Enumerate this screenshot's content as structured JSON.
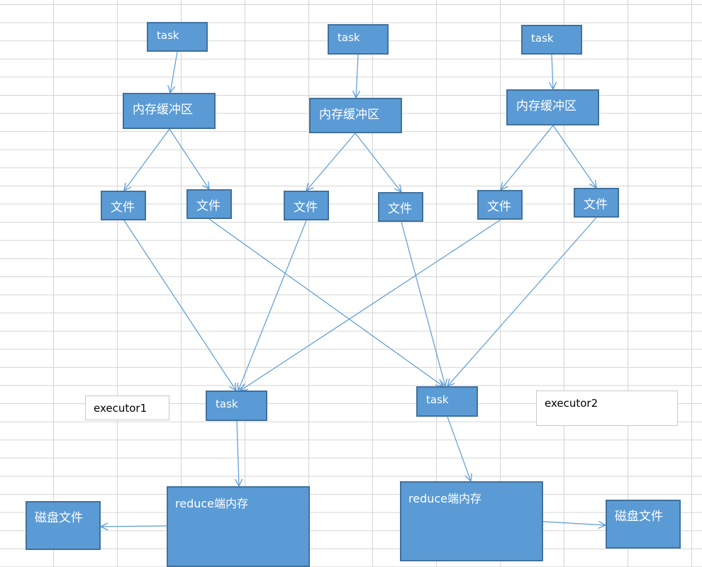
{
  "colors": {
    "box_fill": "#5b9bd5",
    "box_border": "#41719c",
    "arrow": "#5b9bd5",
    "grid": "#d4d4d4"
  },
  "map_tasks": [
    {
      "label": "task"
    },
    {
      "label": "task"
    },
    {
      "label": "task"
    }
  ],
  "buffers": [
    {
      "label": "内存缓冲区"
    },
    {
      "label": "内存缓冲区"
    },
    {
      "label": "内存缓冲区"
    }
  ],
  "files": [
    {
      "label": "文件"
    },
    {
      "label": "文件"
    },
    {
      "label": "文件"
    },
    {
      "label": "文件"
    },
    {
      "label": "文件"
    },
    {
      "label": "文件"
    }
  ],
  "reduce_tasks": [
    {
      "label": "task"
    },
    {
      "label": "task"
    }
  ],
  "executors": [
    {
      "label": "executor1"
    },
    {
      "label": "executor2"
    }
  ],
  "reduce_memory": [
    {
      "label": "reduce端内存"
    },
    {
      "label": "reduce端内存"
    }
  ],
  "disk_files": [
    {
      "label": "磁盘文件"
    },
    {
      "label": "磁盘文件"
    }
  ]
}
